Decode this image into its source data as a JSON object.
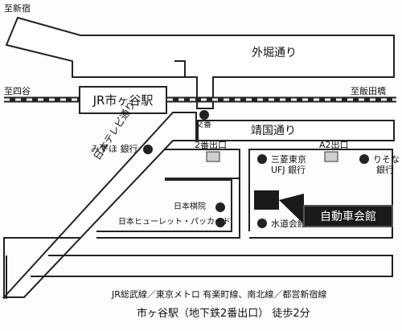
{
  "places": {
    "to_shinjuku": "至新宿",
    "to_yotsuya": "至四谷",
    "to_iidabashi": "至飯田橋",
    "sotobori": "外堀通り",
    "yasukuni": "靖国通り",
    "nihon_tv": "日本テレビ通り",
    "jr_station": "JR市ヶ谷駅",
    "koban": "交番",
    "exit2": "2番出口",
    "exitA2": "A2出口",
    "mizuho": "みずほ 銀行",
    "mitsubishi_1": "三菱東京",
    "mitsubishi_2": "UFJ 銀行",
    "resona_1": "りそな",
    "resona_2": "銀行",
    "nihon_kiin": "日本棋院",
    "hp": "日本ヒューレット・パッカード",
    "suido": "水道会館",
    "destination": "自動車会館"
  },
  "access": {
    "lines": "JR総武線／東京メトロ 有楽町線、南北線／都営新宿線",
    "station": "市ヶ谷駅（地下鉄2番出口） 徒歩2分"
  },
  "colors": {
    "road_stroke": "#222222",
    "road_fill": "#ffffff",
    "background": "#fdfdfd",
    "building_fill": "#d0d0d0",
    "destination_fill": "#1a1a1a"
  }
}
